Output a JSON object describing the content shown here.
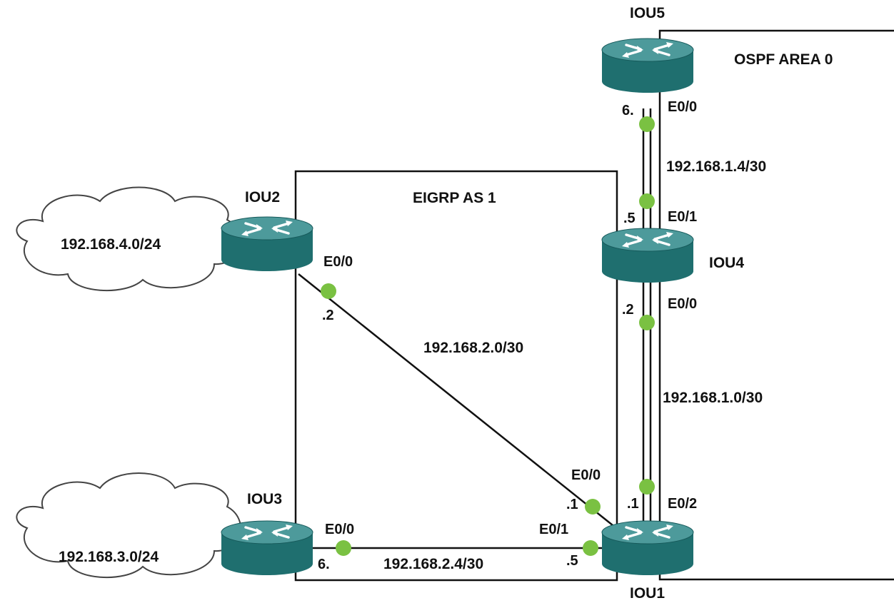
{
  "colors": {
    "router_body": "#1f6f6f",
    "router_top": "#4d9a9b",
    "interface_dot": "#7ac142",
    "cloud_fill": "#ffffff",
    "line": "#111111"
  },
  "areas": {
    "eigrp": {
      "label": "EIGRP AS 1"
    },
    "ospf": {
      "label": "OSPF AREA 0"
    }
  },
  "routers": {
    "iou1": {
      "name": "IOU1",
      "icon": "router-icon"
    },
    "iou2": {
      "name": "IOU2",
      "icon": "router-icon"
    },
    "iou3": {
      "name": "IOU3",
      "icon": "router-icon"
    },
    "iou4": {
      "name": "IOU4",
      "icon": "router-icon"
    },
    "iou5": {
      "name": "IOU5",
      "icon": "router-icon"
    }
  },
  "clouds": {
    "lan2": {
      "label": "192.168.4.0/24"
    },
    "lan3": {
      "label": "192.168.3.0/24"
    }
  },
  "subnets": {
    "iou2_iou1": "192.168.2.0/30",
    "iou3_iou1": "192.168.2.4/30",
    "iou4_iou1": "192.168.1.0/30",
    "iou5_iou4": "192.168.1.4/30"
  },
  "interfaces": {
    "iou2_e00": {
      "name": "E0/0",
      "host": ".2"
    },
    "iou3_e00": {
      "name": "E0/0",
      "host": "6."
    },
    "iou1_e00": {
      "name": "E0/0",
      "host": ".1"
    },
    "iou1_e01": {
      "name": "E0/1",
      "host": ".5"
    },
    "iou1_e02": {
      "name": "E0/2",
      "host": ".1"
    },
    "iou4_e00": {
      "name": "E0/0",
      "host": ".2"
    },
    "iou4_e01": {
      "name": "E0/1",
      "host": ".5"
    },
    "iou5_e00": {
      "name": "E0/0",
      "host": "6."
    }
  }
}
